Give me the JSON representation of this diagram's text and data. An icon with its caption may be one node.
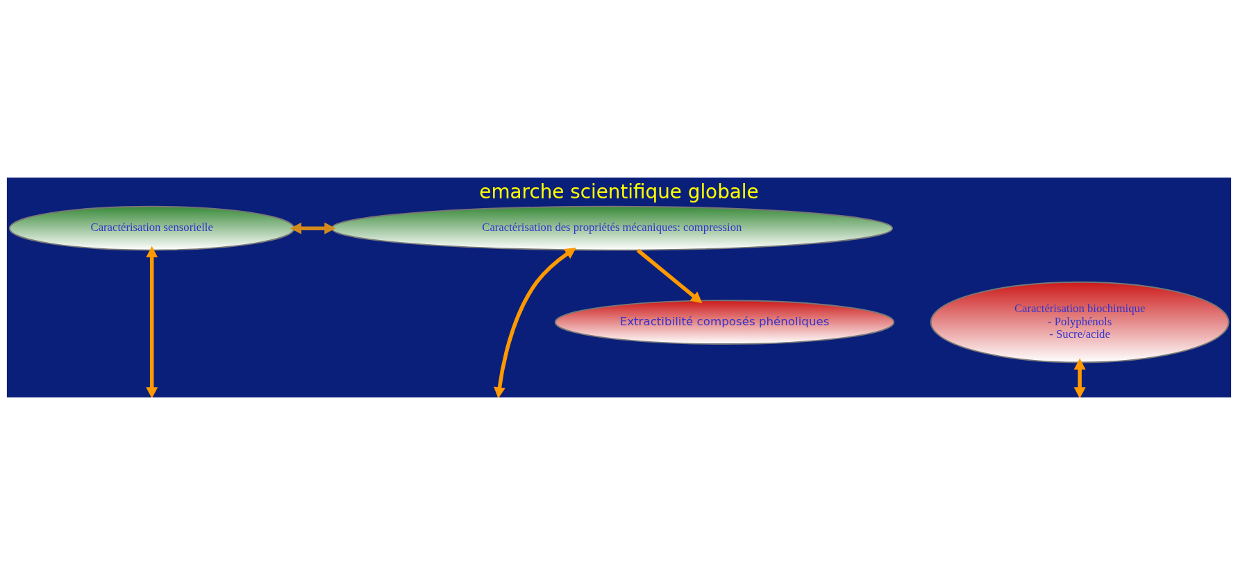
{
  "diagram": {
    "title": "emarche scientifique globale",
    "nodes": [
      {
        "text": [
          "Extractibilité composés phénoliques"
        ]
      },
      {
        "text": [
          "Caractérisation biochimique",
          "- Polyphénols",
          "- Sucre/acide"
        ]
      },
      {
        "text": [
          "Caractérisation sensorielle"
        ]
      },
      {
        "text": [
          "Caractérisation des propriétés mécaniques: compression"
        ]
      }
    ],
    "edges": [
      {
        "from": 3,
        "to": 0,
        "arrow": "to"
      },
      {
        "from": 2,
        "to": 3,
        "arrow": "both",
        "color": "#d38a1c"
      },
      {
        "from": 1,
        "to": null,
        "arrow": "both"
      },
      {
        "from": 2,
        "to": null,
        "arrow": "both"
      },
      {
        "from": 3,
        "to": null,
        "arrow": "both"
      }
    ]
  }
}
